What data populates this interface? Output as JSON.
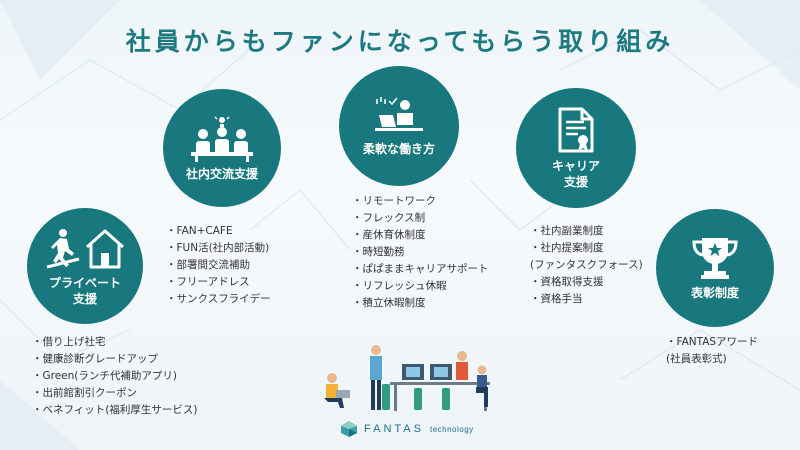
{
  "title": "社員からもファンになってもらう取り組み",
  "colors": {
    "accent": "#19787e",
    "title": "#1e7a80"
  },
  "categories": [
    {
      "id": "private",
      "label": "プライベート\n支援",
      "icon": "runner-home-icon",
      "items": [
        "借り上げ社宅",
        "健康診断グレードアップ",
        "Green(ランチ代補助アプリ)",
        "出前館割引クーポン",
        "ベネフィット(福利厚生サービス)"
      ]
    },
    {
      "id": "exchange",
      "label": "社内交流支援",
      "icon": "meeting-icon",
      "items": [
        "FAN+CAFE",
        "FUN活(社内部活動)",
        "部署間交流補助",
        "フリーアドレス",
        "サンクスフライデー"
      ]
    },
    {
      "id": "flexible",
      "label": "柔軟な働き方",
      "icon": "laptop-worker-icon",
      "items": [
        "リモートワーク",
        "フレックス制",
        "産休育休制度",
        "時短勤務",
        "ぱぱままキャリアサポート",
        "リフレッシュ休暇",
        "積立休暇制度"
      ]
    },
    {
      "id": "career",
      "label": "キャリア\n支援",
      "icon": "certificate-icon",
      "items": [
        "社内副業制度",
        "社内提案制度",
        "(ファンタスクフォース)",
        "資格取得支援",
        "資格手当"
      ]
    },
    {
      "id": "award",
      "label": "表彰制度",
      "icon": "trophy-icon",
      "items": [
        "FANTASアワード",
        "(社員表彰式)"
      ]
    }
  ],
  "logo": {
    "name": "FANTAS",
    "sub": "technology"
  }
}
